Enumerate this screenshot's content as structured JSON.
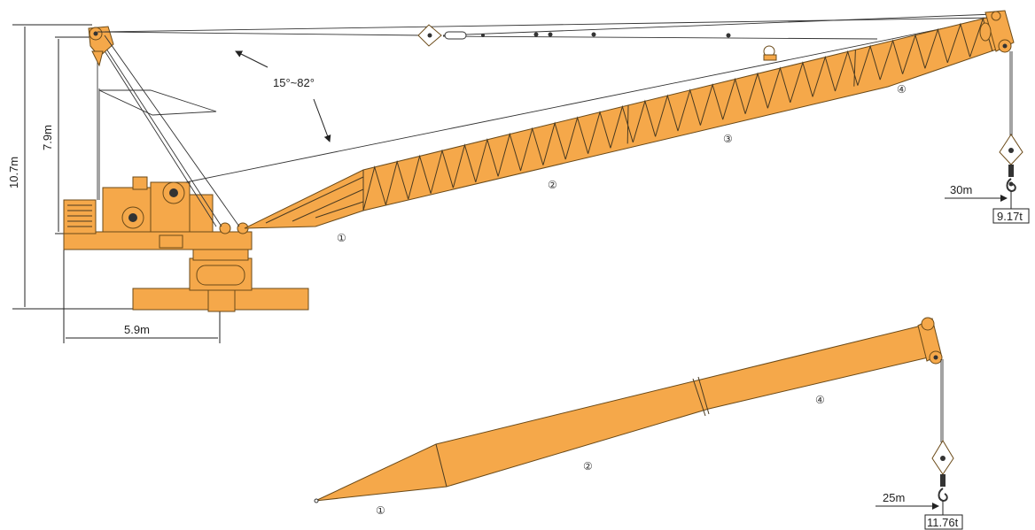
{
  "crane_a": {
    "height_total": "10.7m",
    "height_mast": "7.9m",
    "base_width": "5.9m",
    "luffing_angle": "15°~82°",
    "radius": "30m",
    "load": "9.17t",
    "section_labels": [
      "①",
      "②",
      "③",
      "④"
    ]
  },
  "crane_b": {
    "radius": "25m",
    "load": "11.76t",
    "section_labels": [
      "①",
      "②",
      "④"
    ]
  },
  "colors": {
    "boom": "#f5a84a",
    "outline": "#6b4a18",
    "line": "#222222"
  }
}
